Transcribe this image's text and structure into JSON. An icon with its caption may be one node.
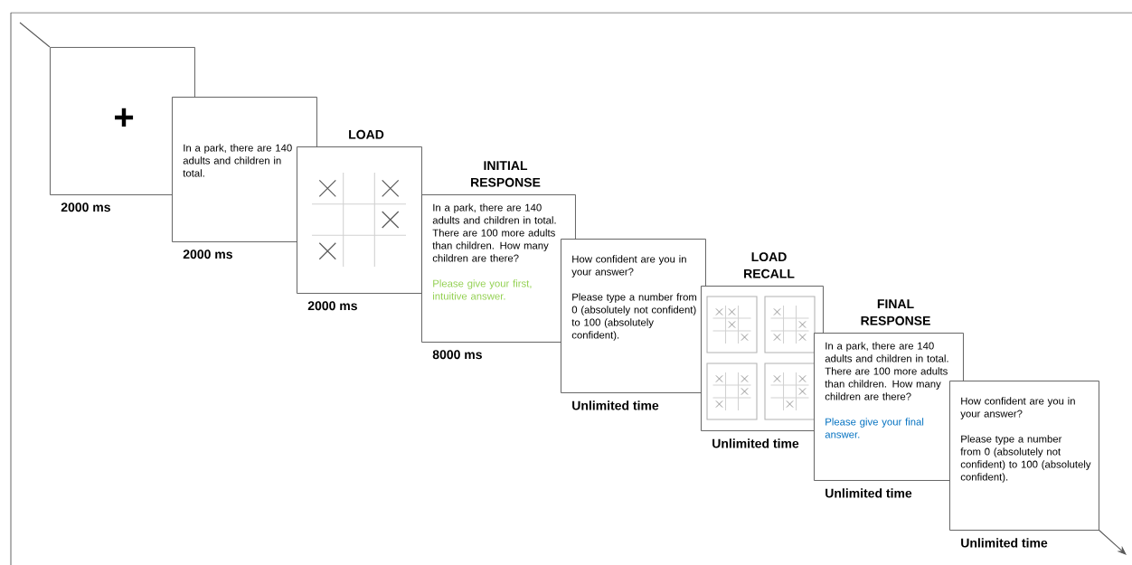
{
  "diagram": {
    "nodes": [
      {
        "text": [
          "+"
        ],
        "beside": [
          "2000 ms"
        ]
      },
      {
        "text": [
          "In a park, there are 140 adults and children in total."
        ],
        "beside": [
          "2000 ms"
        ]
      },
      {
        "text": [
          "LOAD"
        ],
        "beside": [
          "2000 ms"
        ]
      },
      {
        "text": [
          "INITIAL RESPONSE",
          "In a park, there are 140 adults and children in total.",
          "There are 100 more adults than children. How many children are there?",
          "Please give your first, intuitive answer."
        ],
        "beside": [
          "8000 ms"
        ]
      },
      {
        "text": [
          "How confident are you in your answer?",
          "Please type a number from 0 (absolutely not confident) to 100 (absolutely confident)."
        ],
        "beside": [
          "Unlimited time"
        ]
      },
      {
        "text": [
          "LOAD RECALL"
        ],
        "beside": [
          "Unlimited time"
        ]
      },
      {
        "text": [
          "FINAL RESPONSE",
          "In a park, there are 140 adults and children in total.",
          "There are 100 more adults than children. How many children are there?",
          "Please give your final answer."
        ],
        "beside": [
          "Unlimited time"
        ]
      },
      {
        "text": [
          "How confident are you in your answer?",
          "Please type a number from 0 (absolutely not confident) to 100 (absolutely confident)."
        ],
        "beside": [
          "Unlimited time"
        ]
      }
    ]
  }
}
